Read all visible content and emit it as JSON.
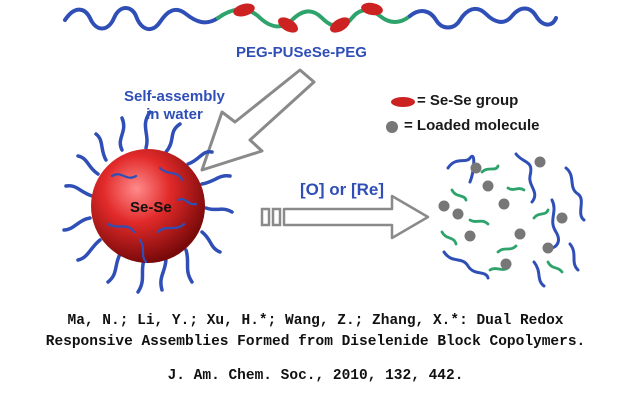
{
  "polymer": {
    "name": "PEG-PUSeSe-PEG",
    "peg_color": "#2f4fb7",
    "pu_color": "#2ea36b",
    "sese_color": "#cc2222"
  },
  "process": {
    "self_assembly_line1": "Self-assembly",
    "self_assembly_line2": "in water",
    "reaction": "[O] or [Re]"
  },
  "micelle": {
    "core_label": "Se-Se"
  },
  "legend": {
    "sese_group": "= Se-Se group",
    "loaded_molecule": "= Loaded molecule"
  },
  "citation": {
    "line1": "Ma, N.; Li, Y.; Xu, H.*; Wang, Z.; Zhang, X.*: Dual Redox",
    "line2": "Responsive Assemblies Formed from Diselenide Block Copolymers.",
    "line3": "J. Am. Chem. Soc., 2010, 132, 442."
  }
}
